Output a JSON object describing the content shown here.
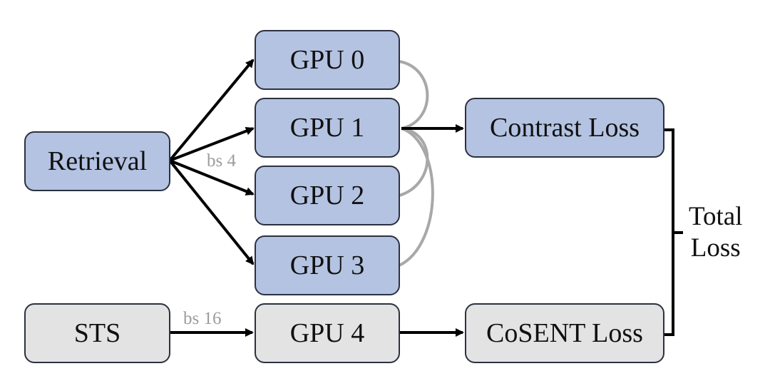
{
  "nodes": {
    "retrieval": "Retrieval",
    "sts": "STS",
    "gpu0": "GPU 0",
    "gpu1": "GPU 1",
    "gpu2": "GPU 2",
    "gpu3": "GPU 3",
    "gpu4": "GPU 4",
    "contrast_loss": "Contrast Loss",
    "cosent_loss": "CoSENT Loss"
  },
  "edge_labels": {
    "retrieval_batch": "bs 4",
    "sts_batch": "bs 16"
  },
  "total_loss": {
    "line1": "Total",
    "line2": "Loss"
  },
  "colors": {
    "retrieval_group_fill": "#b4c3e2",
    "sts_group_fill": "#e3e3e3",
    "border": "#2c3140",
    "arrow": "#000000",
    "gather_arc": "#a8a8a8",
    "label_text": "#9c9c9c"
  }
}
